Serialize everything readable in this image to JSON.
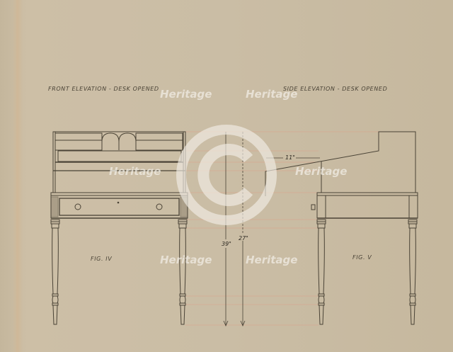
{
  "drawing": {
    "titles": {
      "front": "FRONT ELEVATION - DESK OPENED",
      "side": "SIDE ELEVATION - DESK OPENED"
    },
    "figures": {
      "front": "FIG. IV",
      "side": "FIG. V"
    },
    "dimensions": {
      "total_height": "39\"",
      "table_height": "27\"",
      "lid_depth": "11\""
    }
  },
  "watermark": {
    "text": "Heritage",
    "symbol": "©",
    "color": "#f0ece4"
  },
  "colors": {
    "paper": "#cabda5",
    "ink": "#4a4336",
    "guide_lines": "#d9a58c"
  }
}
